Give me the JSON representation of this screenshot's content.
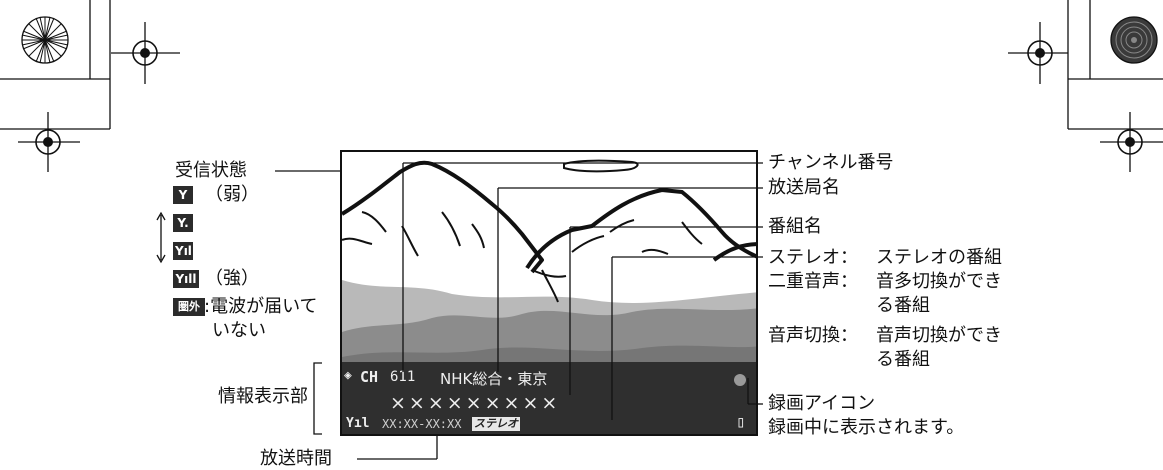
{
  "labels": {
    "reception_state": "受信状態",
    "weak": "（弱）",
    "strong": "（強）",
    "out_of_range_desc": ":電波が届いて",
    "out_of_range_desc2": "いない",
    "info_display": "情報表示部",
    "broadcast_time": "放送時間",
    "channel_number": "チャンネル番号",
    "station_name": "放送局名",
    "program_name": "番組名",
    "stereo_label": "ステレオ：",
    "stereo_desc": "ステレオの番組",
    "dual_audio_label": "二重音声：",
    "dual_audio_desc": "音多切換ができ",
    "dual_audio_desc2": "る番組",
    "audio_switch_label": "音声切換：",
    "audio_switch_desc": "音声切換ができ",
    "audio_switch_desc2": "る番組",
    "record_icon": "録画アイコン",
    "record_desc": "録画中に表示されます。"
  },
  "signal_icons": {
    "out_of_range": "圏外"
  },
  "screen": {
    "ch_prefix": "CH",
    "channel": "611",
    "station": "NHK総合・東京",
    "program": "×××××××××",
    "time": "XX:XX-XX:XX",
    "stereo_tag": "ステレオ"
  }
}
